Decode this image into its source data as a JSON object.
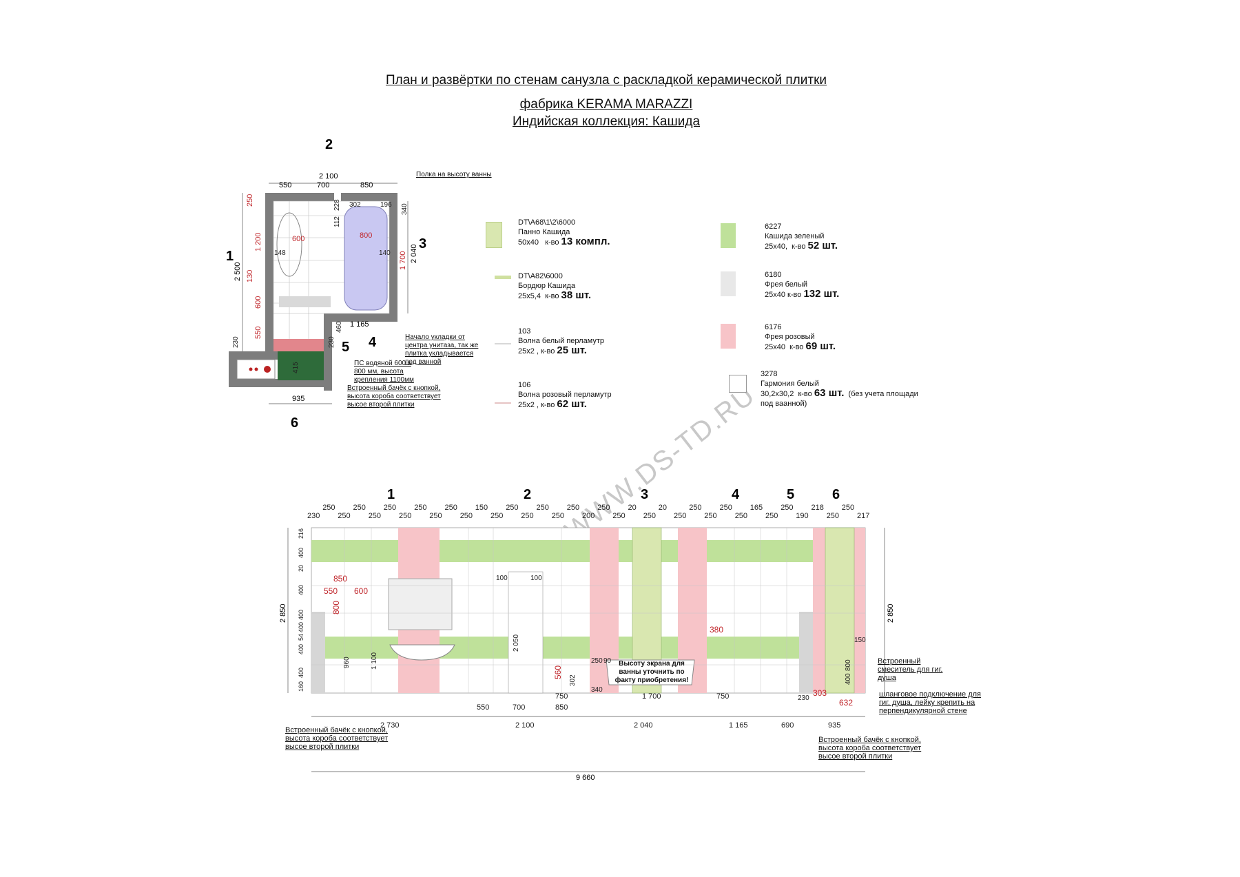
{
  "title": {
    "line1": "План и развёртки по стенам санузла с раскладкой керамической плитки",
    "line2": "фабрика KERAMA MARAZZI",
    "line3": "Индийская коллекция: Кашида"
  },
  "watermark": "WWW.DS-TD.RU",
  "plan": {
    "wall_labels": [
      "1",
      "2",
      "3",
      "4",
      "5",
      "6"
    ],
    "top_dims": [
      "2 100",
      "550",
      "700",
      "850"
    ],
    "left_dim": "2 500",
    "right_dim": "2 040",
    "bottom_dim": "935",
    "inner_dim": "1 165",
    "red_dims": [
      "250",
      "1 200",
      "130",
      "600",
      "550",
      "800",
      "600",
      "1 700"
    ],
    "misc_dims": [
      "460",
      "230",
      "230",
      "415",
      "340",
      "302",
      "196",
      "228",
      "112",
      "140",
      "148"
    ],
    "shelf_note": "Полка на высоту ванны",
    "start_note": "Начало укладки от центра унитаза, так же плитка укладывается под ванной",
    "heater_note": "ПС водяной 600 x 800 мм, высота крепления 1100мм",
    "cistern_note": "Встроенный бачёк с кнопкой, высота короба соответствует высое второй плитки"
  },
  "legend": [
    {
      "code": "DT\\A68\\1\\2\\6000",
      "name": "Панно Кашида",
      "size": "50x40",
      "qty_label": "к-во",
      "qty": "13 компл.",
      "color": "#d9e7b0"
    },
    {
      "code": "DT\\A82\\6000",
      "name": "Бордюр Кашида",
      "size": "25x5,4",
      "qty_label": "к-во",
      "qty": "38 шт.",
      "color": "#cfe0a0"
    },
    {
      "code": "103",
      "name": "Волна белый перламутр",
      "size": "25x2 ,",
      "qty_label": "к-во",
      "qty": "25 шт.",
      "color": "#eeeeee"
    },
    {
      "code": "106",
      "name": "Волна розовый перламутр",
      "size": "25x2 ,",
      "qty_label": "к-во",
      "qty": "62 шт.",
      "color": "#f3dede"
    },
    {
      "code": "6227",
      "name": "Кашида зеленый",
      "size": "25x40,",
      "qty_label": "к-во",
      "qty": "52 шт.",
      "color": "#bfe19a"
    },
    {
      "code": "6180",
      "name": "Фрея белый",
      "size": "25x40",
      "qty_label": "к-во",
      "qty": "132 шт.",
      "color": "#e8e8e8"
    },
    {
      "code": "6176",
      "name": "Фрея розовый",
      "size": "25x40",
      "qty_label": "к-во",
      "qty": "69 шт.",
      "color": "#f7c4c8"
    },
    {
      "code": "3278",
      "name": "Гармония белый",
      "size": "30,2x30,2",
      "qty_label": "к-во",
      "qty": "63 шт.",
      "extra": "(без учета площади под ваанной)",
      "color": "#ffffff"
    }
  ],
  "elevation": {
    "wall_labels": [
      "1",
      "2",
      "3",
      "4",
      "5",
      "6"
    ],
    "total": "9 660",
    "segments": [
      "2 730",
      "2 100",
      "2 040",
      "1 165",
      "690",
      "935"
    ],
    "sub_segments": [
      "550",
      "700",
      "850",
      "750",
      "1 700",
      "750"
    ],
    "height": "2 850",
    "left_dims": [
      "216",
      "400",
      "20",
      "400",
      "400",
      "400",
      "54",
      "400",
      "400",
      "160"
    ],
    "top_dims": [
      "230",
      "250",
      "250",
      "250",
      "250",
      "250",
      "250",
      "250",
      "250",
      "250",
      "250",
      "150",
      "250",
      "250",
      "250",
      "250",
      "250",
      "250",
      "200",
      "250",
      "250",
      "20",
      "250",
      "20",
      "250",
      "250",
      "250",
      "250",
      "250",
      "165",
      "250",
      "250",
      "190",
      "218",
      "250",
      "250",
      "217"
    ],
    "red_dims": [
      "850",
      "550",
      "600",
      "800",
      "560",
      "380",
      "303",
      "632"
    ],
    "misc_dims": [
      "960",
      "1 100",
      "2 050",
      "100",
      "100",
      "302",
      "340",
      "250",
      "90",
      "230",
      "150",
      "800",
      "400"
    ],
    "screen_note": "Высоту экрана для ванны уточнить по факту приобретения!",
    "cistern_note_left": "Встроенный бачёк с кнопкой, высота короба соответствует высое второй плитки",
    "cistern_note_right": "Встроенный бачёк с кнопкой, высота короба соответствует высое второй плитки",
    "mixer_note": "Встроенный смеситель для гиг. душа",
    "hose_note": "шланговое подключение для гиг. душа, лейку крепить на перпендикулярной стене"
  }
}
